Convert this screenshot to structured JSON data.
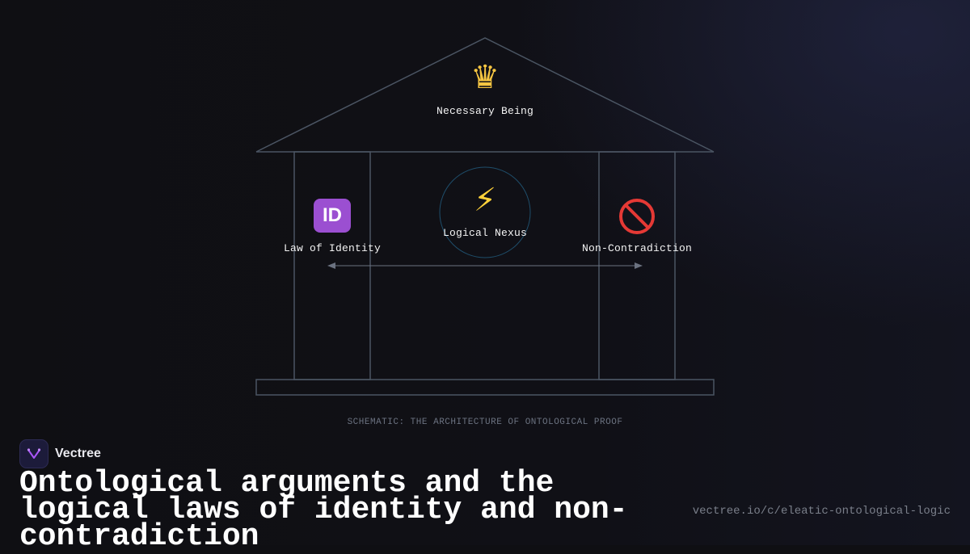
{
  "diagram": {
    "top_node": {
      "label": "Necessary Being",
      "icon": "crown-icon"
    },
    "center_node": {
      "label": "Logical Nexus",
      "icon": "lightning-bolt-icon"
    },
    "left_node": {
      "label": "Law of Identity",
      "icon": "id-badge-icon",
      "badge_text": "ID"
    },
    "right_node": {
      "label": "Non-Contradiction",
      "icon": "prohibited-icon"
    },
    "caption": "SCHEMATIC: THE ARCHITECTURE OF ONTOLOGICAL PROOF",
    "colors": {
      "lines": "#4b5563",
      "circle": "#1f4e6b",
      "arrow": "#6b7280"
    }
  },
  "footer": {
    "brand": "Vectree",
    "title": "Ontological arguments and the logical laws of identity and non-contradiction",
    "url": "vectree.io/c/eleatic-ontological-logic"
  }
}
